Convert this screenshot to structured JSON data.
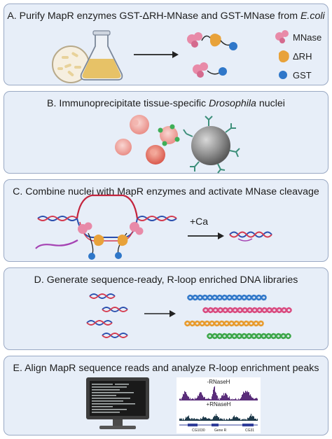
{
  "panels": [
    {
      "id": "A",
      "title_pre": "A. Purify MapR enzymes GST-ΔRH-MNase and GST-MNase from ",
      "title_em": "E.coli",
      "legend": [
        {
          "label": "MNase",
          "color": "#e88aa8"
        },
        {
          "label": "ΔRH",
          "color": "#e8a23a"
        },
        {
          "label": "GST",
          "color": "#2f77c9"
        }
      ]
    },
    {
      "id": "B",
      "title_pre": "B. Immunoprecipitate tissue-specific ",
      "title_em": "Drosophila",
      "title_post": " nuclei"
    },
    {
      "id": "C",
      "title": "C. Combine nuclei with MapR enzymes and activate MNase cleavage",
      "reagent": "+Ca"
    },
    {
      "id": "D",
      "title": "D. Generate sequence-ready, R-loop enriched DNA libraries"
    },
    {
      "id": "E",
      "title": "E. Align MapR sequence reads and analyze R-loop enrichment peaks",
      "track_top": "-RNaseH",
      "track_bottom": "+RNaseH",
      "gene_labels": [
        "CG1030",
        "Gene R",
        "CG31"
      ]
    }
  ],
  "colors": {
    "panel_bg": "#e7eef8",
    "panel_border": "#9aa9c4",
    "mnase": "#e88aa8",
    "drh": "#e8a23a",
    "gst": "#2f77c9",
    "track": "#5a2d7a",
    "track2": "#1e3a4a"
  }
}
